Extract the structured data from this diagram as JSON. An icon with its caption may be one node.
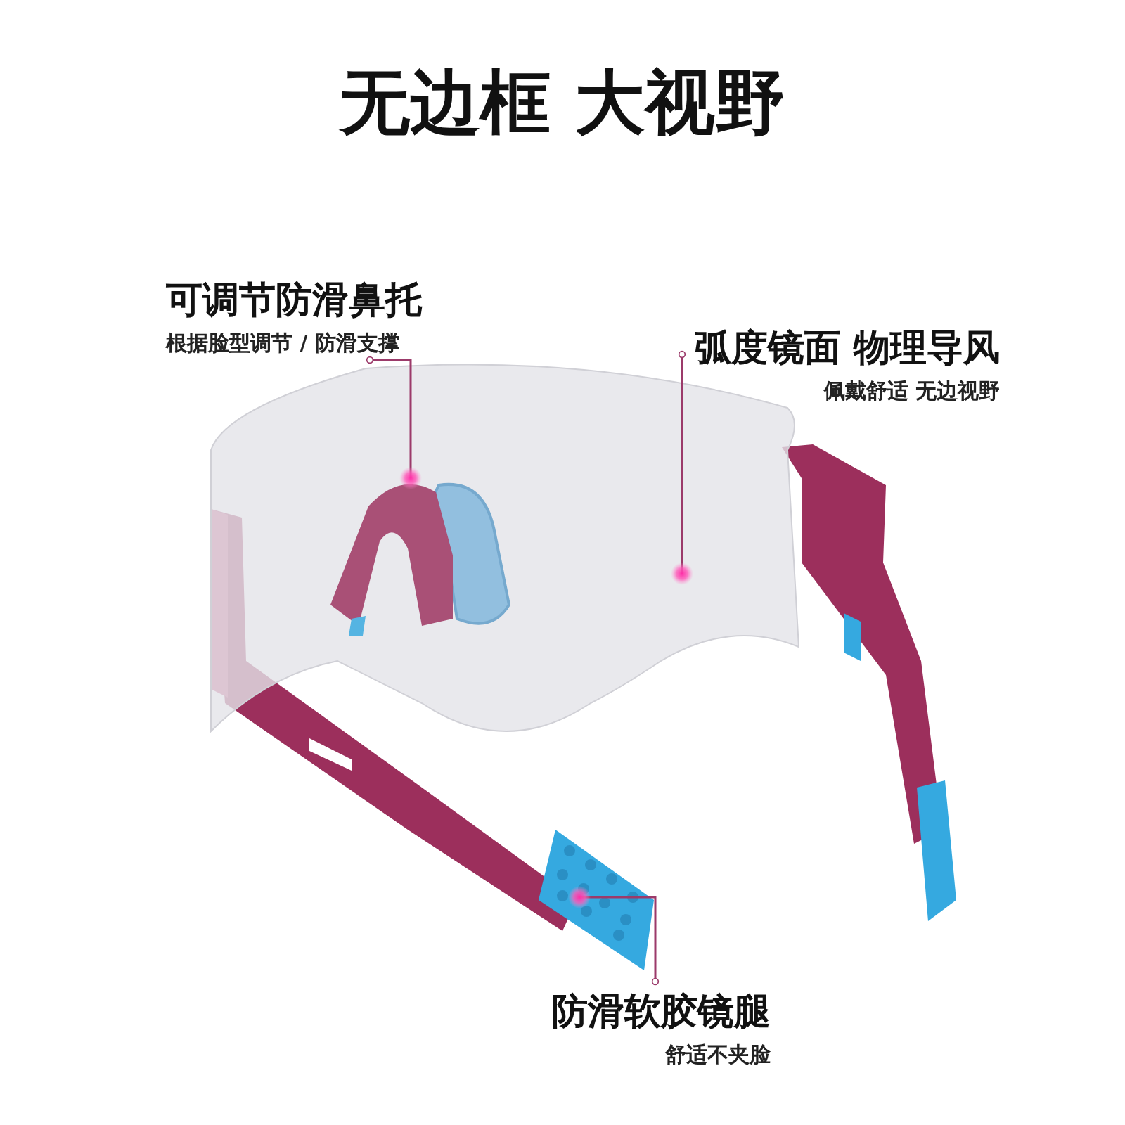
{
  "diagram": {
    "title": "无边框 大视野",
    "nodes": [
      {
        "text": [
          "可调节防滑鼻托",
          "根据脸型调节 / 防滑支撑"
        ]
      },
      {
        "text": [],
        "shape": "picture",
        "in": 3
      },
      {
        "text": [
          "弧度镜面 物理导风",
          "佩戴舒适 无边视野"
        ]
      },
      {
        "text": [],
        "shape": "picture"
      },
      {
        "text": [
          "防滑软胶镜腿",
          "舒适不夹脸"
        ]
      },
      {
        "text": [],
        "shape": "picture"
      }
    ],
    "edges": [
      {
        "from": 0,
        "to": 1,
        "arrow": "other"
      },
      {
        "from": 2,
        "to": 3,
        "arrow": "other"
      },
      {
        "from": 4,
        "to": 5,
        "arrow": "other"
      }
    ]
  }
}
